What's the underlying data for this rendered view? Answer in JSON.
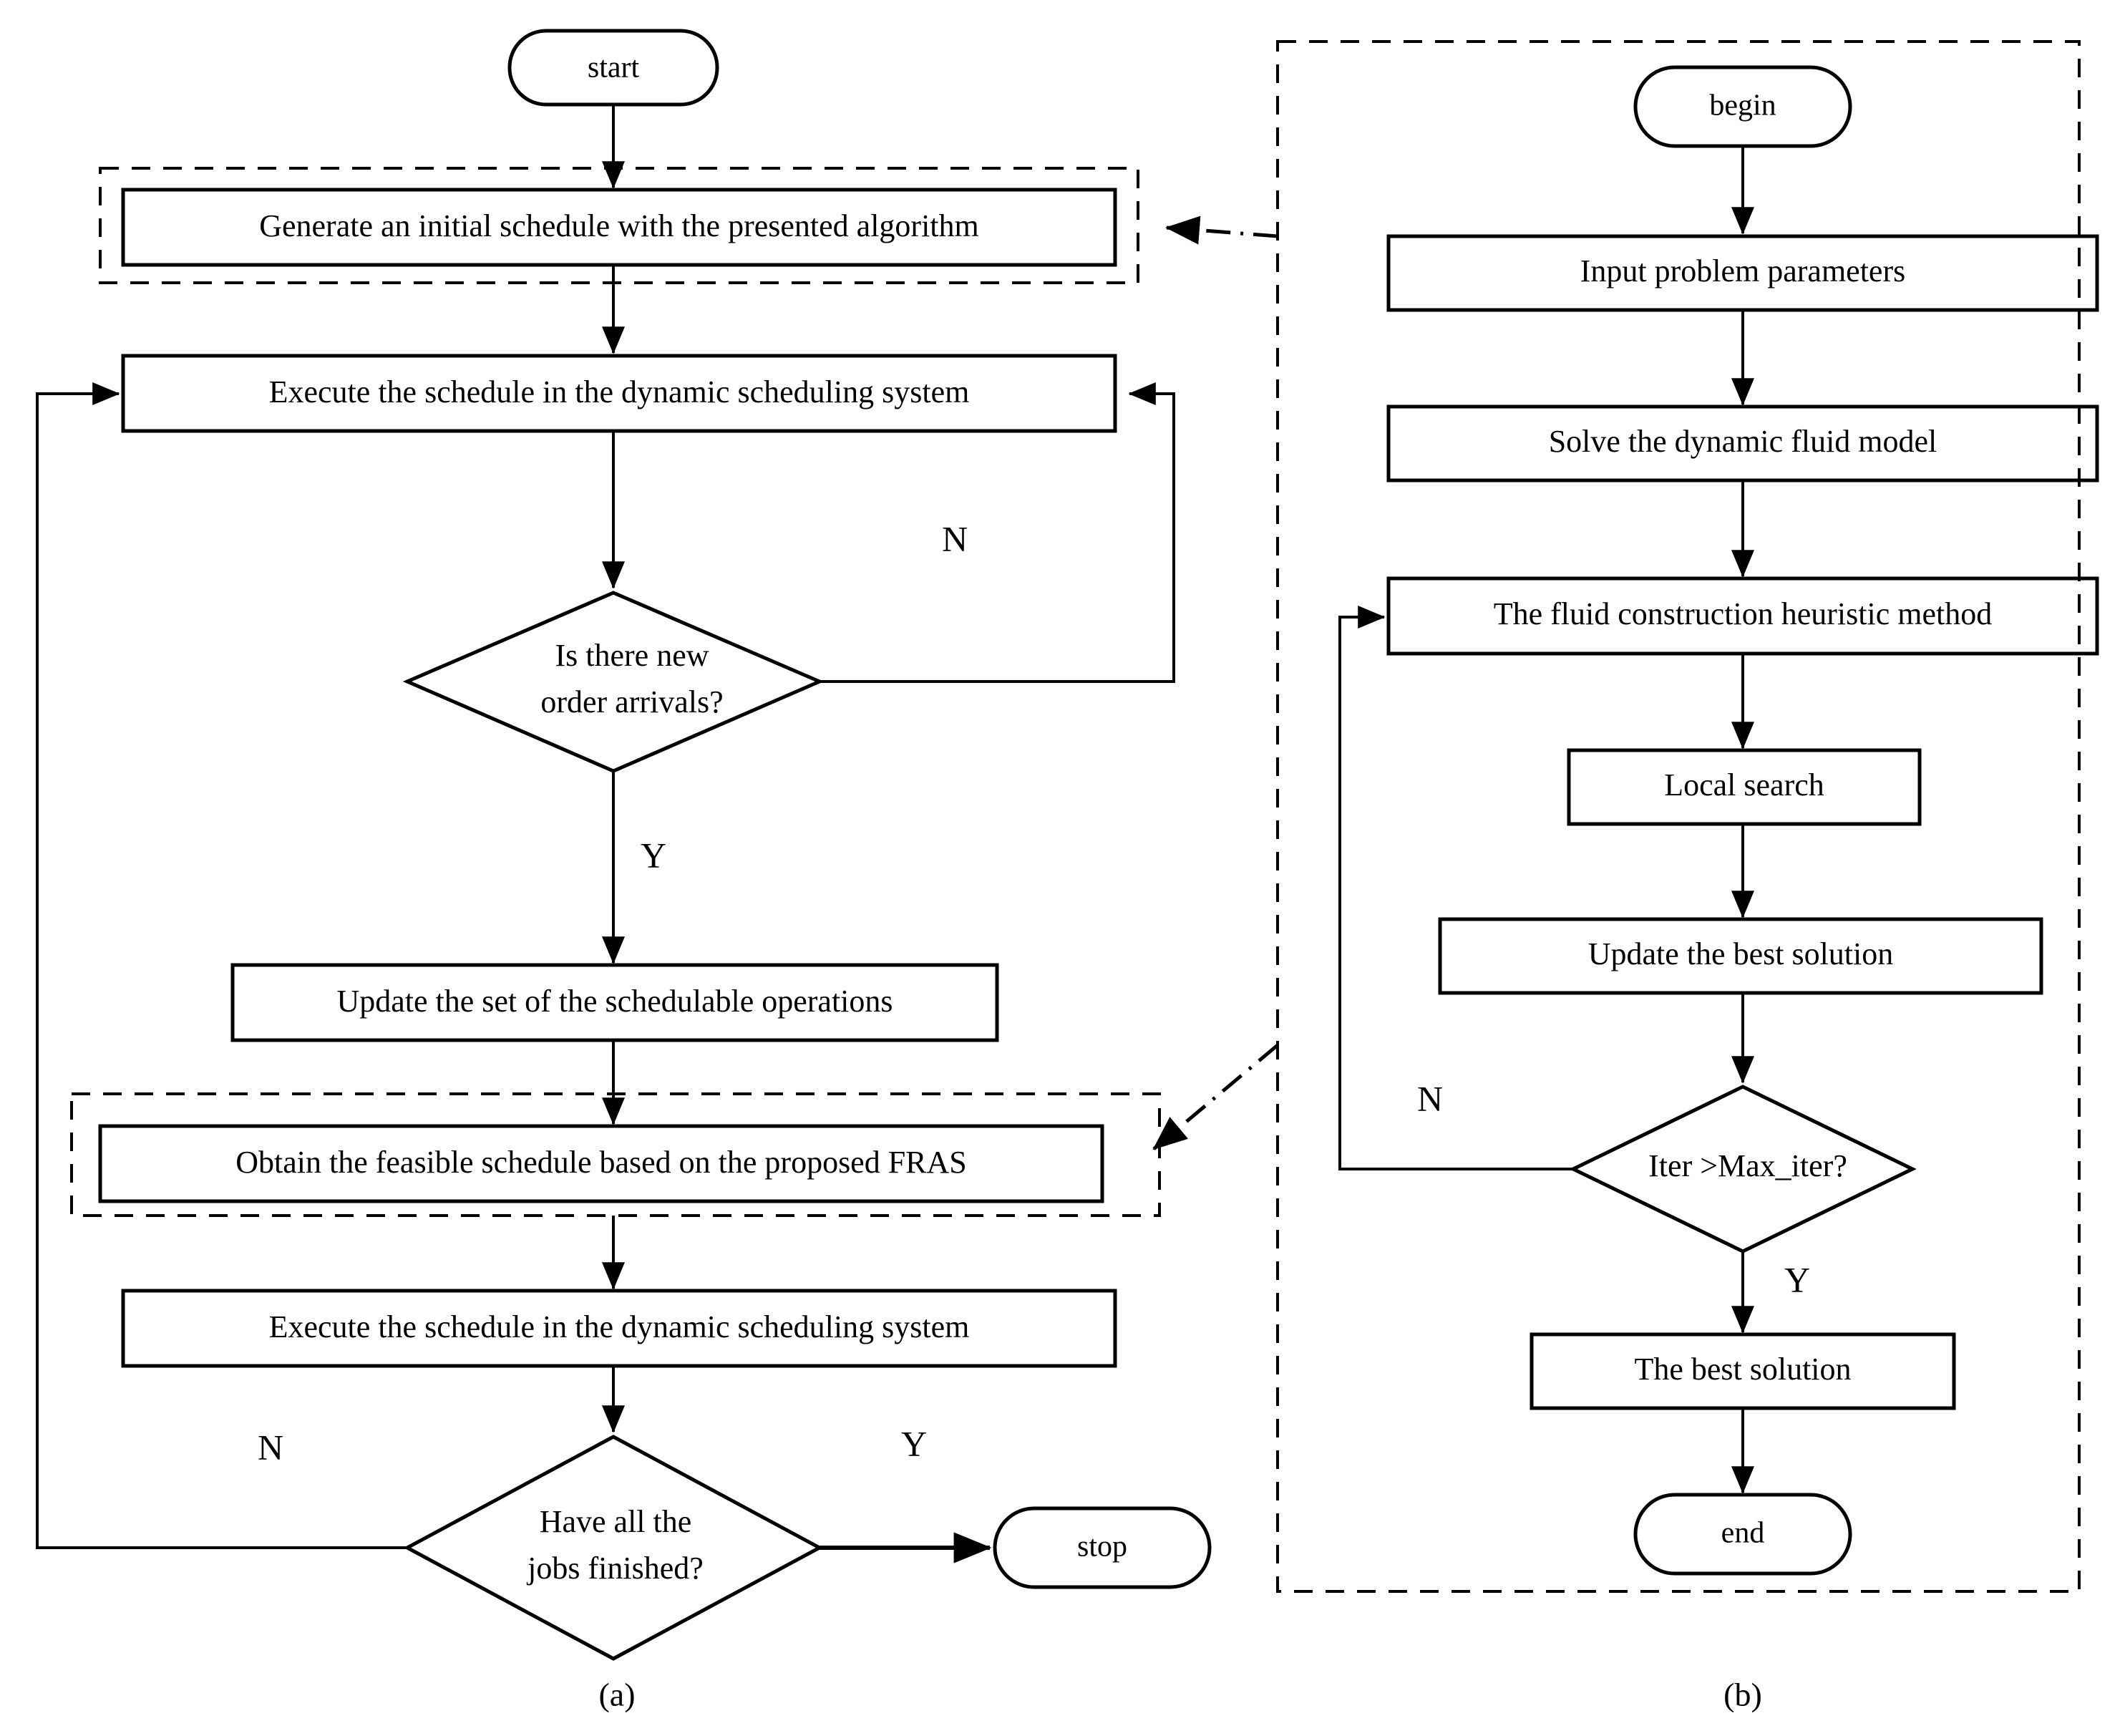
{
  "figure": {
    "panels": [
      {
        "id": "a",
        "caption": "(a)",
        "nodes": {
          "start": "start",
          "generate_initial": "Generate an initial schedule with the presented algorithm",
          "execute_1": "Execute the schedule in the dynamic scheduling system",
          "decision_new_orders_line1": "Is there new",
          "decision_new_orders_line2": "order arrivals?",
          "update_set": "Update the set of the schedulable operations",
          "obtain_feasible": "Obtain the feasible schedule based on the proposed FRAS",
          "execute_2": "Execute the schedule in the dynamic scheduling system",
          "decision_jobs_line1": "Have all the",
          "decision_jobs_line2": "jobs finished?",
          "stop": "stop"
        },
        "edge_labels": {
          "new_orders_no": "N",
          "new_orders_yes": "Y",
          "jobs_no": "N",
          "jobs_yes": "Y"
        }
      },
      {
        "id": "b",
        "caption": "(b)",
        "nodes": {
          "begin": "begin",
          "input_params": "Input problem parameters",
          "solve_fluid": "Solve the dynamic fluid model",
          "fluid_heuristic": "The fluid construction heuristic method",
          "local_search": "Local search",
          "update_best": "Update the best solution",
          "decision_iter": "Iter >Max_iter?",
          "best_solution": "The best solution",
          "end": "end"
        },
        "edge_labels": {
          "iter_no": "N",
          "iter_yes": "Y"
        }
      }
    ],
    "colors": {
      "stroke": "#000000",
      "fill": "#ffffff",
      "background": "#ffffff"
    }
  }
}
